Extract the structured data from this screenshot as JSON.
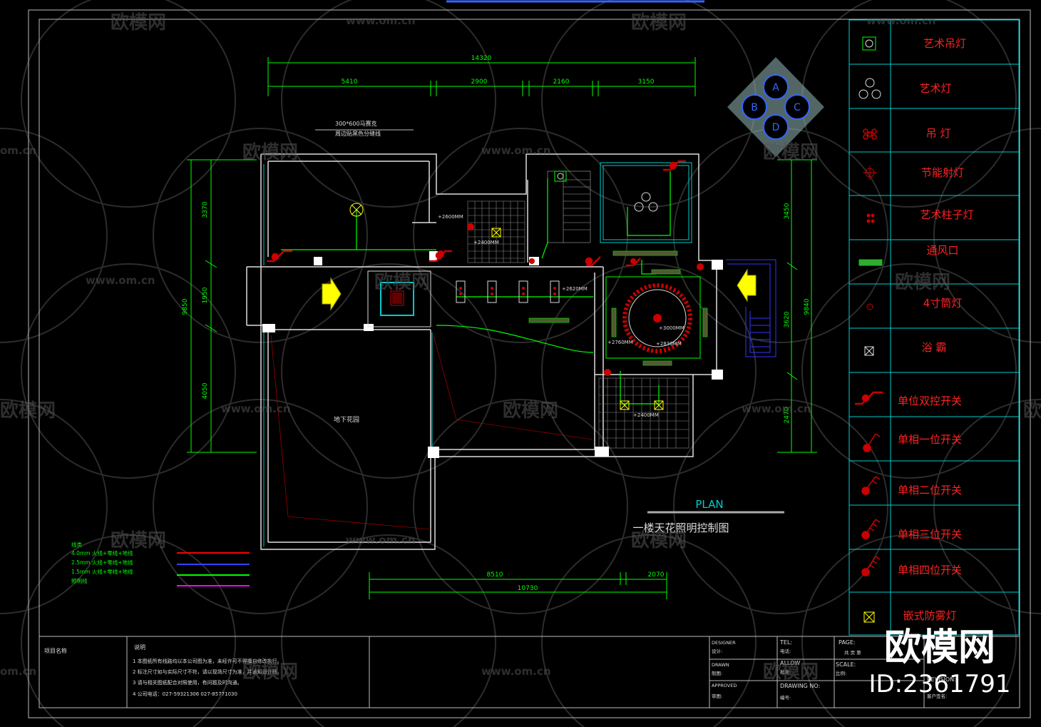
{
  "drawing": {
    "title_en": "PLAN",
    "title_cn": "一楼天花照明控制图",
    "room_label": "地下花园",
    "note_top_1": "300*600马赛克",
    "note_top_2": "周边贴黑色分缝线"
  },
  "dimensions": {
    "top_total": "14320",
    "top_segments": [
      "5410",
      "2900",
      "2160",
      "3150"
    ],
    "left_total": "9850",
    "left_segments": [
      "3370",
      "1950",
      "4050"
    ],
    "right_total": "9840",
    "right_segments": [
      "3450",
      "3620",
      "2470"
    ],
    "bottom_total": "10730",
    "bottom_segments": [
      "8510",
      "2070"
    ]
  },
  "heights": [
    "+2600MM",
    "+2400MM",
    "+2620MM",
    "+3000MM",
    "+2760MM",
    "+2830MM",
    "+2400MM"
  ],
  "compass": [
    "A",
    "B",
    "C",
    "D"
  ],
  "legend": [
    {
      "icon": "art-chandelier-icon",
      "label": "艺术吊灯"
    },
    {
      "icon": "art-lamp-icon",
      "label": "艺术灯"
    },
    {
      "icon": "pendant-lamp-icon",
      "label": "吊 灯"
    },
    {
      "icon": "spotlight-icon",
      "label": "节能射灯"
    },
    {
      "icon": "column-lamp-icon",
      "label": "艺术柱子灯"
    },
    {
      "icon": "vent-icon",
      "label": "通风口"
    },
    {
      "icon": "downlight-icon",
      "label": "4寸筒灯"
    },
    {
      "icon": "bath-heater-icon",
      "label": "浴 霸"
    },
    {
      "icon": "double-switch-icon",
      "label": "单位双控开关"
    },
    {
      "icon": "switch-1-icon",
      "label": "单相一位开关"
    },
    {
      "icon": "switch-2-icon",
      "label": "单相二位开关"
    },
    {
      "icon": "switch-3-icon",
      "label": "单相三位开关"
    },
    {
      "icon": "switch-4-icon",
      "label": "单相四位开关"
    },
    {
      "icon": "fog-lamp-icon",
      "label": "嵌式防雾灯"
    }
  ],
  "wire_legend": {
    "title": "线类",
    "rows": [
      "4.0mm 火线+零线+地线",
      "2.5mm 火线+零线+地线",
      "1.5mm 火线+零线+地线",
      "照明线"
    ],
    "colors": [
      "#ff0000",
      "#3344ff",
      "#00ff00",
      "#ff00ff"
    ]
  },
  "title_block": {
    "project_name": "项目名称",
    "notes_title": "说明",
    "notes": [
      "1  本图纸所有线路均以本公司图为准，未经许可不得擅自修改执行。",
      "2  标注尺寸如与实际尺寸不符，请以现场尺寸为准，并通知设计师。",
      "3  请与相关图纸配合对照使用，有问题及时沟通。",
      "4  公司电话：027-59321306  027-85771030"
    ],
    "designer": "DESIGNER",
    "designer_cn": "设计:",
    "drawn": "DRAWN",
    "drawn_cn": "制图:",
    "approved": "APPROVED",
    "approved_cn": "审图:",
    "tel": "TEL:",
    "tel_cn": "电话:",
    "allow": "ALLOW",
    "allow_cn": "批准:",
    "drawing_no": "DRAWING NO:",
    "drawing_no_cn": "编号:",
    "page": "PAGE:",
    "page_cn": "共 页 第",
    "scale": "SCALE:",
    "scale_cn": "比例:",
    "revision": "REVISION:",
    "client": "客户签名:"
  },
  "watermark": {
    "brand": "欧模网",
    "url": "www.om.cn",
    "url_short": "om.cn",
    "id": "ID:2361791"
  }
}
